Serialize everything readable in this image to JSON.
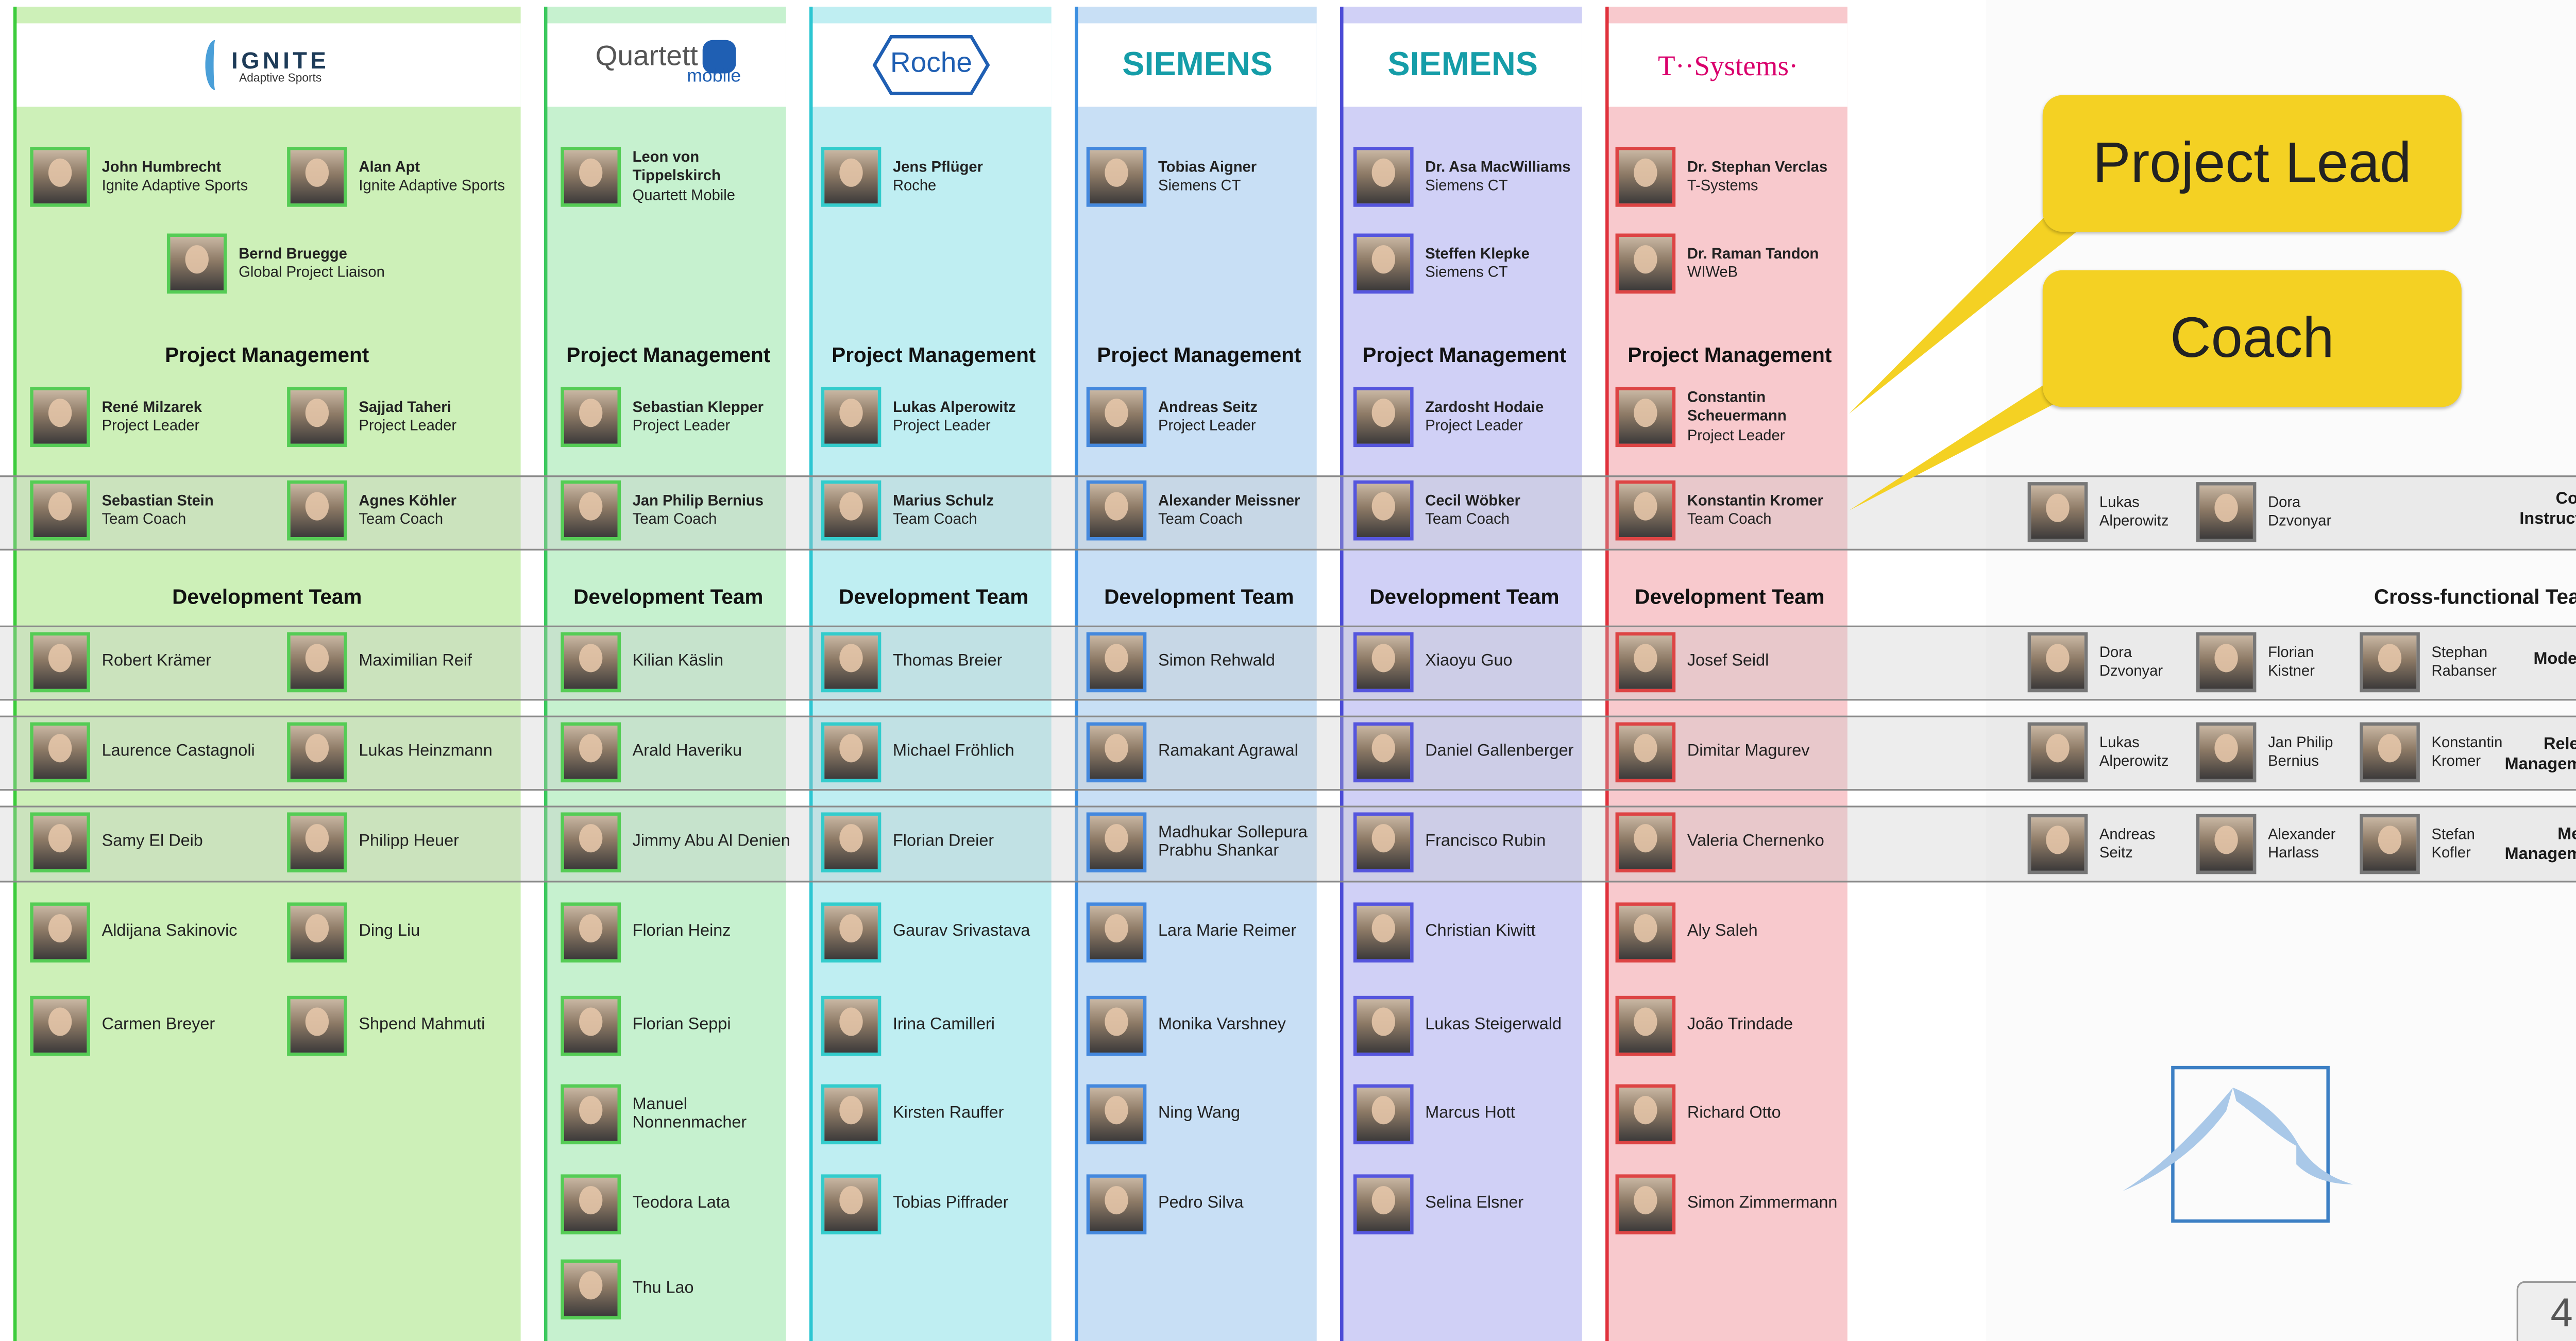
{
  "colors": {
    "ignite": "#cdf0b8",
    "quartett": "#c6f1cf",
    "roche": "#bfeef2",
    "siemens1": "#c8dff5",
    "siemens2": "#d0d0f6",
    "tsystems": "#f8c9cd",
    "callout": "#f4d123"
  },
  "logos": {
    "ignite_name": "IGNITE",
    "ignite_sub": "Adaptive Sports",
    "quartett_name": "Quartett",
    "quartett_sub": "mobile",
    "roche": "Roche",
    "siemens": "SIEMENS",
    "tsystems": "T··Systems·"
  },
  "sections": {
    "pm": "Project Management",
    "dev": "Development Team",
    "cross": "Cross-functional Teams"
  },
  "callouts": {
    "lead": "Project Lead",
    "coach": "Coach"
  },
  "rows": {
    "coach": "Coach Instructors",
    "modeling": "Modeling",
    "release": "Release Management",
    "merge": "Merge Management"
  },
  "people": {
    "ig_lead1": {
      "name": "John Humbrecht",
      "role": "Ignite Adaptive Sports"
    },
    "ig_lead2": {
      "name": "Alan Apt",
      "role": "Ignite Adaptive Sports"
    },
    "ig_liaison": {
      "name": "Bernd Bruegge",
      "role": "Global Project Liaison"
    },
    "ig_pm1": {
      "name": "René Milzarek",
      "role": "Project Leader"
    },
    "ig_pm2": {
      "name": "Sajjad Taheri",
      "role": "Project Leader"
    },
    "ig_tc1": {
      "name": "Sebastian Stein",
      "role": "Team Coach"
    },
    "ig_tc2": {
      "name": "Agnes Köhler",
      "role": "Team Coach"
    },
    "qm_lead": {
      "name": "Leon von Tippelskirch",
      "role": "Quartett Mobile"
    },
    "qm_pm": {
      "name": "Sebastian Klepper",
      "role": "Project Leader"
    },
    "qm_tc": {
      "name": "Jan Philip Bernius",
      "role": "Team Coach"
    },
    "ro_lead": {
      "name": "Jens Pflüger",
      "role": "Roche"
    },
    "ro_pm": {
      "name": "Lukas Alperowitz",
      "role": "Project Leader"
    },
    "ro_tc": {
      "name": "Marius Schulz",
      "role": "Team Coach"
    },
    "s1_lead": {
      "name": "Tobias Aigner",
      "role": "Siemens CT"
    },
    "s1_pm": {
      "name": "Andreas Seitz",
      "role": "Project Leader"
    },
    "s1_tc": {
      "name": "Alexander Meissner",
      "role": "Team Coach"
    },
    "s2_lead1": {
      "name": "Dr. Asa MacWilliams",
      "role": "Siemens CT"
    },
    "s2_lead2": {
      "name": "Steffen Klepke",
      "role": "Siemens CT"
    },
    "s2_pm": {
      "name": "Zardosht Hodaie",
      "role": "Project Leader"
    },
    "s2_tc": {
      "name": "Cecil Wöbker",
      "role": "Team Coach"
    },
    "ts_lead1": {
      "name": "Dr. Stephan Verclas",
      "role": "T-Systems"
    },
    "ts_lead2": {
      "name": "Dr. Raman Tandon",
      "role": "WIWeB"
    },
    "ts_pm": {
      "name": "Constantin Scheuermann",
      "role": "Project Leader"
    },
    "ts_tc": {
      "name": "Konstantin Kromer",
      "role": "Team Coach"
    }
  },
  "dev": {
    "ignite": [
      "Robert Krämer",
      "Maximilian Reif",
      "Laurence Castagnoli",
      "Lukas Heinzmann",
      "Samy El Deib",
      "Philipp Heuer",
      "Aldijana Sakinovic",
      "Ding Liu",
      "Carmen Breyer",
      "Shpend Mahmuti"
    ],
    "quartett": [
      "Kilian Käslin",
      "Arald Haveriku",
      "Jimmy Abu Al Denien",
      "Florian Heinz",
      "Florian Seppi",
      "Manuel Nonnenmacher",
      "Teodora Lata",
      "Thu Lao"
    ],
    "roche": [
      "Thomas Breier",
      "Michael Fröhlich",
      "Florian Dreier",
      "Gaurav Srivastava",
      "Irina Camilleri",
      "Kirsten Rauffer",
      "Tobias Piffrader"
    ],
    "siemens1": [
      "Simon Rehwald",
      "Ramakant Agrawal",
      "Madhukar Sollepura Prabhu Shankar",
      "Lara Marie Reimer",
      "Monika Varshney",
      "Ning Wang",
      "Pedro Silva"
    ],
    "siemens2": [
      "Xiaoyu Guo",
      "Daniel Gallenberger",
      "Francisco Rubin",
      "Christian Kiwitt",
      "Lukas Steigerwald",
      "Marcus Hott",
      "Selina Elsner"
    ],
    "tsystems": [
      "Josef Seidl",
      "Dimitar Magurev",
      "Valeria Chernenko",
      "Aly Saleh",
      "João Trindade",
      "Richard Otto",
      "Simon Zimmermann"
    ]
  },
  "cross": {
    "coach": [
      "Lukas Alperowitz",
      "Dora Dzvonyar"
    ],
    "modeling": [
      "Dora Dzvonyar",
      "Florian Kistner",
      "Stephan Rabanser"
    ],
    "release": [
      "Lukas Alperowitz",
      "Jan Philip Bernius",
      "Konstantin Kromer"
    ],
    "merge": [
      "Andreas Seitz",
      "Alexander Harlass",
      "Stefan Kofler"
    ]
  },
  "page_number": "4"
}
